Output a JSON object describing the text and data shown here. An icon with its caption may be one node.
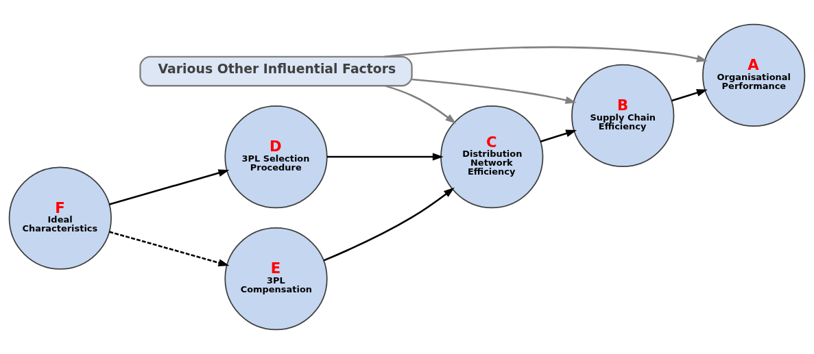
{
  "diagram": {
    "nodes": [
      {
        "text": [
          "Various Other Influential Factors"
        ]
      },
      {
        "text": [
          "F",
          "Ideal Characteristics"
        ]
      },
      {
        "text": [
          "D",
          "3PL Selection Procedure"
        ]
      },
      {
        "text": [
          "E",
          "3PL Compensation"
        ]
      },
      {
        "text": [
          "C",
          "Distribution Network Efficiency"
        ]
      },
      {
        "text": [
          "B",
          "Supply Chain Efficiency"
        ]
      },
      {
        "text": [
          "A",
          "Organisational Performance"
        ]
      }
    ],
    "edges": [
      {
        "from": 1,
        "to": 2,
        "arrow": "to"
      },
      {
        "from": 1,
        "to": 3,
        "arrow": "to",
        "style": "dashed"
      },
      {
        "from": 2,
        "to": 4,
        "arrow": "to"
      },
      {
        "from": 3,
        "to": 4,
        "arrow": "to"
      },
      {
        "from": 4,
        "to": 5,
        "arrow": "to"
      },
      {
        "from": 5,
        "to": 6,
        "arrow": "to"
      },
      {
        "from": 0,
        "to": 4,
        "arrow": "to",
        "color": "#808080"
      },
      {
        "from": 0,
        "to": 5,
        "arrow": "to",
        "color": "#808080"
      },
      {
        "from": 0,
        "to": 6,
        "arrow": "to",
        "color": "#808080"
      }
    ]
  }
}
